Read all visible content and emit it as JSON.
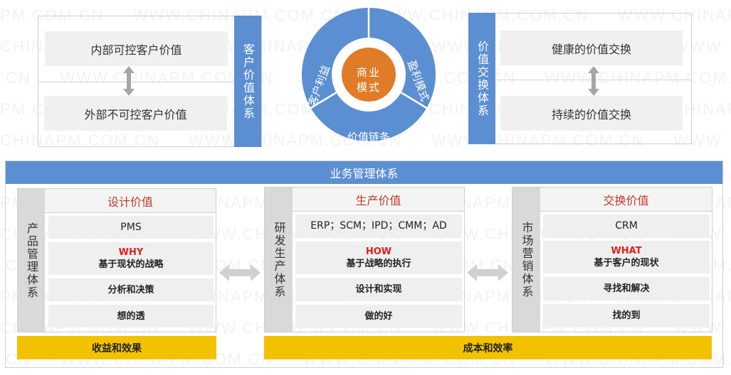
{
  "colors": {
    "blue": "#5b8fd1",
    "orange": "#e07b28",
    "yellow": "#f2c200",
    "red_heading": "#c0392b",
    "accent_red": "#e02020",
    "gray_side": "#d9d9d9"
  },
  "watermark": "WWW.CHINAPM.COM.CN",
  "customer_value_system": {
    "title": "客户价值体系",
    "top": "内部可控客户价值",
    "bottom": "外部不可控客户价值"
  },
  "business_model_ring": {
    "center": "商业模式",
    "segments": [
      "客户利益",
      "盈利模式",
      "价值链条"
    ]
  },
  "value_exchange_system": {
    "title": "价值交换体系",
    "top": "健康的价值交换",
    "bottom": "持续的价值交换"
  },
  "business_management": {
    "title": "业务管理体系",
    "columns": [
      {
        "side": "产品管理体系",
        "heading": "设计价值",
        "rows": [
          {
            "text": "PMS"
          },
          {
            "accent": "WHY",
            "text": "基于现状的战略"
          },
          {
            "text": "分析和决策"
          },
          {
            "text": "想的透"
          }
        ]
      },
      {
        "side": "研发生产体系",
        "heading": "生产价值",
        "rows": [
          {
            "text": "ERP；SCM；IPD；CMM；AD"
          },
          {
            "accent": "HOW",
            "text": "基于战略的执行"
          },
          {
            "text": "设计和实现"
          },
          {
            "text": "做的好"
          }
        ]
      },
      {
        "side": "市场营销体系",
        "heading": "交换价值",
        "rows": [
          {
            "text": "CRM"
          },
          {
            "accent": "WHAT",
            "text": "基于客户的现状"
          },
          {
            "text": "寻找和解决"
          },
          {
            "text": "找的到"
          }
        ]
      }
    ],
    "footer_left": "收益和效果",
    "footer_right": "成本和效率"
  }
}
